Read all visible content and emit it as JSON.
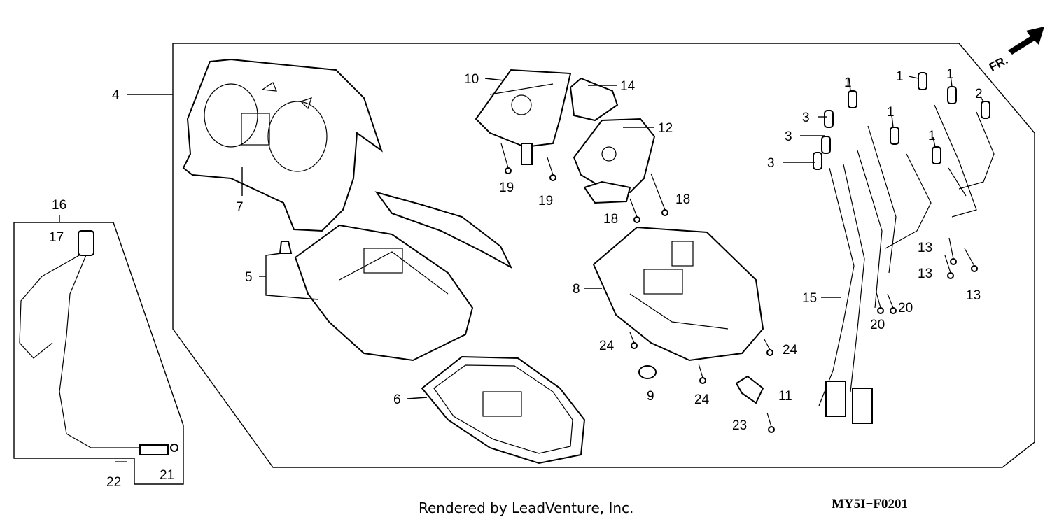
{
  "diagram": {
    "direction_label": "FR.",
    "footer": "Rendered by LeadVenture, Inc.",
    "diagram_code": "MY5I−F0201",
    "callouts": [
      {
        "id": "c1a",
        "text": "1"
      },
      {
        "id": "c1b",
        "text": "1"
      },
      {
        "id": "c1c",
        "text": "1"
      },
      {
        "id": "c1d",
        "text": "1"
      },
      {
        "id": "c1e",
        "text": "1"
      },
      {
        "id": "c2",
        "text": "2"
      },
      {
        "id": "c3a",
        "text": "3"
      },
      {
        "id": "c3b",
        "text": "3"
      },
      {
        "id": "c3c",
        "text": "3"
      },
      {
        "id": "c4",
        "text": "4"
      },
      {
        "id": "c5",
        "text": "5"
      },
      {
        "id": "c6",
        "text": "6"
      },
      {
        "id": "c7",
        "text": "7"
      },
      {
        "id": "c8",
        "text": "8"
      },
      {
        "id": "c9",
        "text": "9"
      },
      {
        "id": "c10",
        "text": "10"
      },
      {
        "id": "c11",
        "text": "11"
      },
      {
        "id": "c12",
        "text": "12"
      },
      {
        "id": "c13a",
        "text": "13"
      },
      {
        "id": "c13b",
        "text": "13"
      },
      {
        "id": "c13c",
        "text": "13"
      },
      {
        "id": "c14",
        "text": "14"
      },
      {
        "id": "c15",
        "text": "15"
      },
      {
        "id": "c16",
        "text": "16"
      },
      {
        "id": "c17",
        "text": "17"
      },
      {
        "id": "c18a",
        "text": "18"
      },
      {
        "id": "c18b",
        "text": "18"
      },
      {
        "id": "c19a",
        "text": "19"
      },
      {
        "id": "c19b",
        "text": "19"
      },
      {
        "id": "c20a",
        "text": "20"
      },
      {
        "id": "c20b",
        "text": "20"
      },
      {
        "id": "c21",
        "text": "21"
      },
      {
        "id": "c22",
        "text": "22"
      },
      {
        "id": "c23",
        "text": "23"
      },
      {
        "id": "c24a",
        "text": "24"
      },
      {
        "id": "c24b",
        "text": "24"
      },
      {
        "id": "c24c",
        "text": "24"
      }
    ]
  }
}
